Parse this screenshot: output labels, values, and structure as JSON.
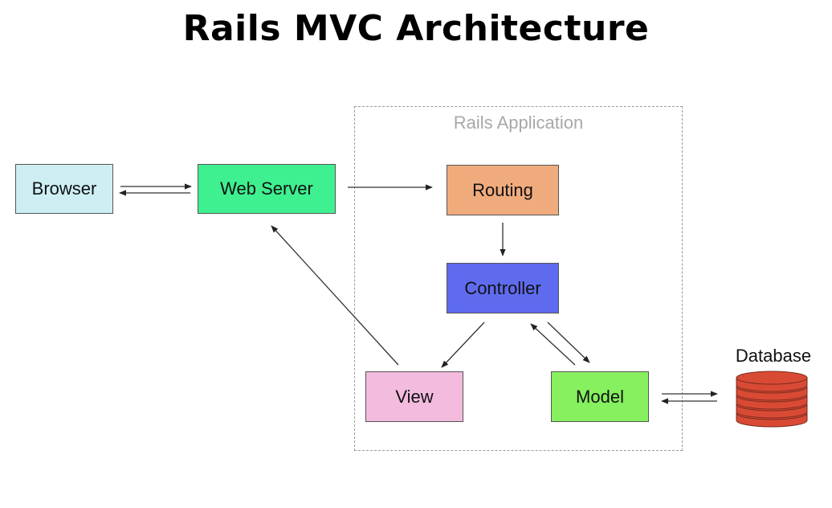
{
  "title": "Rails MVC Architecture",
  "rails_app": {
    "label": "Rails Application"
  },
  "nodes": {
    "browser": {
      "label": "Browser",
      "color": "#cdeff3"
    },
    "webserver": {
      "label": "Web Server",
      "color": "#3ef08f"
    },
    "routing": {
      "label": "Routing",
      "color": "#f0ab7d"
    },
    "controller": {
      "label": "Controller",
      "color": "#5f6bef"
    },
    "view": {
      "label": "View",
      "color": "#f3bbdd"
    },
    "model": {
      "label": "Model",
      "color": "#86f05f"
    }
  },
  "database": {
    "label": "Database",
    "color": "#d94a35"
  },
  "edges": [
    {
      "from": "Browser",
      "to": "Web Server"
    },
    {
      "from": "Web Server",
      "to": "Browser"
    },
    {
      "from": "Web Server",
      "to": "Routing"
    },
    {
      "from": "Routing",
      "to": "Controller"
    },
    {
      "from": "Controller",
      "to": "View"
    },
    {
      "from": "Controller",
      "to": "Model"
    },
    {
      "from": "Model",
      "to": "Controller"
    },
    {
      "from": "View",
      "to": "Web Server"
    },
    {
      "from": "Model",
      "to": "Database"
    },
    {
      "from": "Database",
      "to": "Model"
    }
  ]
}
